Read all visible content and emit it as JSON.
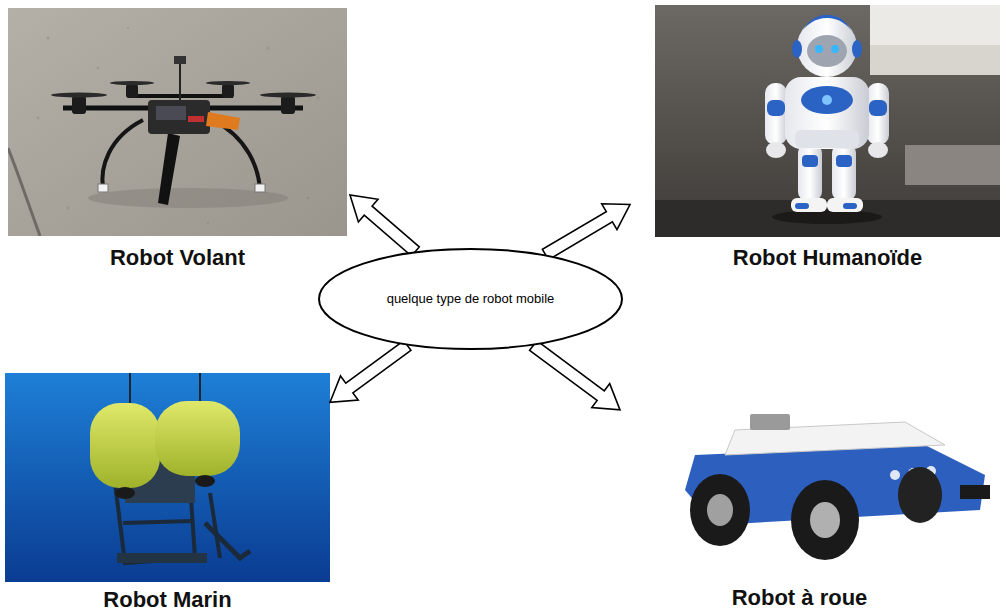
{
  "diagram": {
    "nodes": [
      {
        "text": [
          "Robot Volant"
        ]
      },
      {
        "text": [
          "Robot Humanoïde"
        ]
      },
      {
        "text": [
          "quelque type de robot mobile"
        ]
      },
      {
        "text": [
          "Robot  Marin"
        ]
      },
      {
        "text": [
          "Robot à roue"
        ]
      }
    ],
    "edges": [
      {
        "from": 2,
        "to": 0,
        "arrow": "to"
      },
      {
        "from": 2,
        "to": 1,
        "arrow": "to"
      },
      {
        "from": 2,
        "to": 3,
        "arrow": "to"
      },
      {
        "from": 2,
        "to": 4,
        "arrow": "to"
      }
    ]
  }
}
